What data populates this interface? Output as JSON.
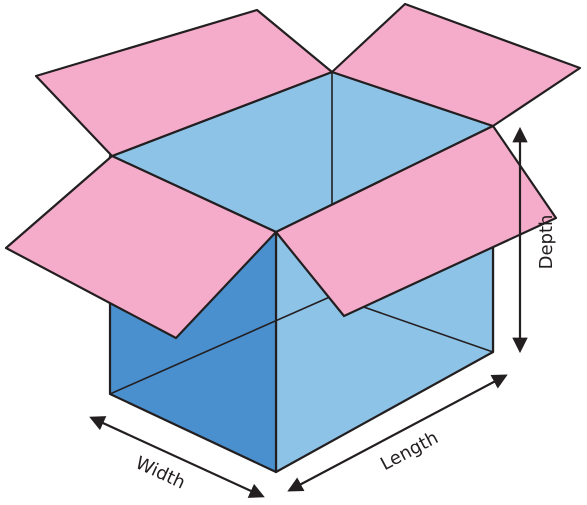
{
  "labels": {
    "width": "Width",
    "length": "Length",
    "depth": "Depth"
  },
  "colors": {
    "flap_fill": "#f5accb",
    "interior_fill": "#8ec3e8",
    "side_fill": "#4a90cf",
    "outline": "#231f20"
  }
}
